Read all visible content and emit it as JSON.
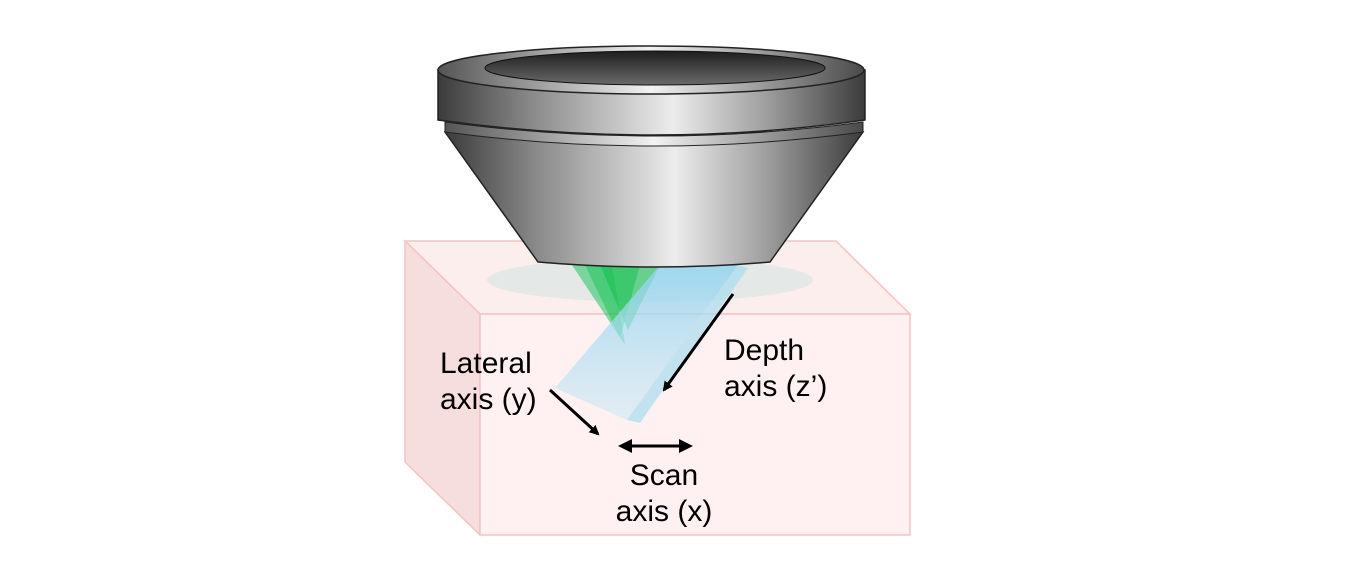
{
  "labels": {
    "lateral": {
      "line1": "Lateral",
      "line2": "axis (y)"
    },
    "depth": {
      "line1": "Depth",
      "line2": "axis (z’)"
    },
    "scan": {
      "line1": "Scan",
      "line2": "axis (x)"
    }
  },
  "colors": {
    "sample_fill": "#fdeeee",
    "sample_edge": "#f2c4c4",
    "objective_dark": "#3a3a3a",
    "objective_light": "#e8e8e8",
    "light_sheet_green": "#22c55e",
    "light_sheet_blue": "#a9dcef",
    "arrow": "#000000"
  }
}
